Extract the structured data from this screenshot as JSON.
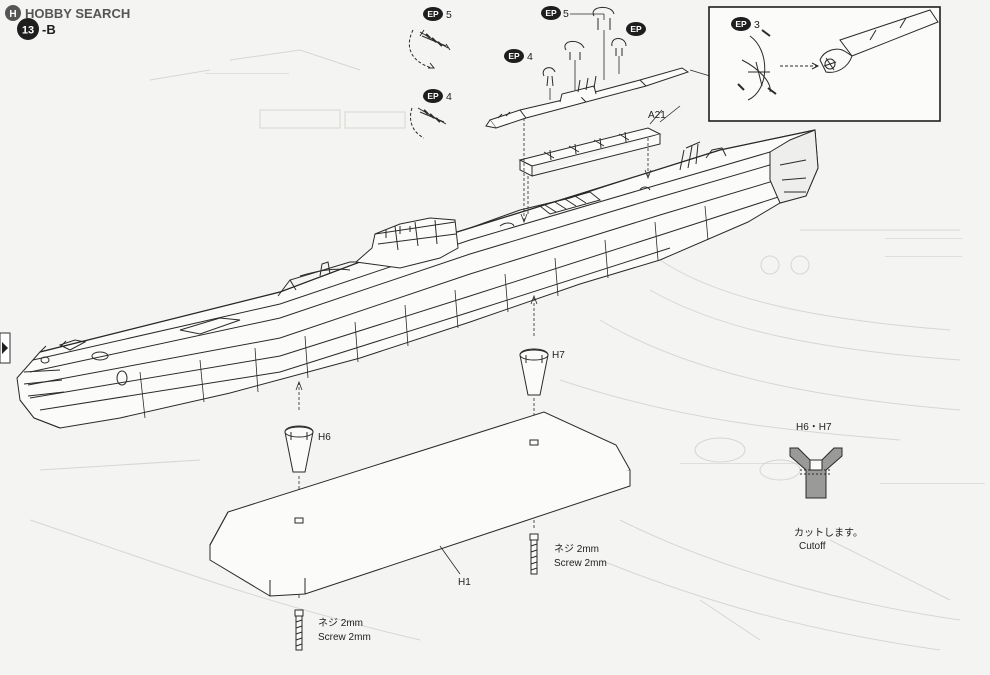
{
  "watermark": {
    "brand": "HOBBY SEARCH",
    "logo_initial": "H"
  },
  "step": {
    "number": "13",
    "suffix": "-B"
  },
  "ep_badge_text": "EP",
  "ep_callouts": [
    {
      "id": "ep5-top",
      "number": "5"
    },
    {
      "id": "ep4-top",
      "number": "4"
    },
    {
      "id": "ep5-group",
      "number": "5"
    },
    {
      "id": "ep4-group",
      "number": "4"
    },
    {
      "id": "ep-right",
      "number": ""
    },
    {
      "id": "ep3-inset",
      "number": "3"
    }
  ],
  "labels": {
    "a21": "A21",
    "h6": "H6",
    "h7": "H7",
    "h1": "H1",
    "cut_part": "H6・H7",
    "cut_jp": "カットします。",
    "cut_en": "Cutoff"
  },
  "screws": [
    {
      "id": "screw-right",
      "jp": "ネジ 2mm",
      "en": "Screw 2mm"
    },
    {
      "id": "screw-left",
      "jp": "ネジ 2mm",
      "en": "Screw 2mm"
    }
  ],
  "colors": {
    "ink": "#2a2a2a",
    "paper": "#f4f4f2",
    "faint": "#cfcfcc",
    "badge": "#1e1e1e"
  }
}
